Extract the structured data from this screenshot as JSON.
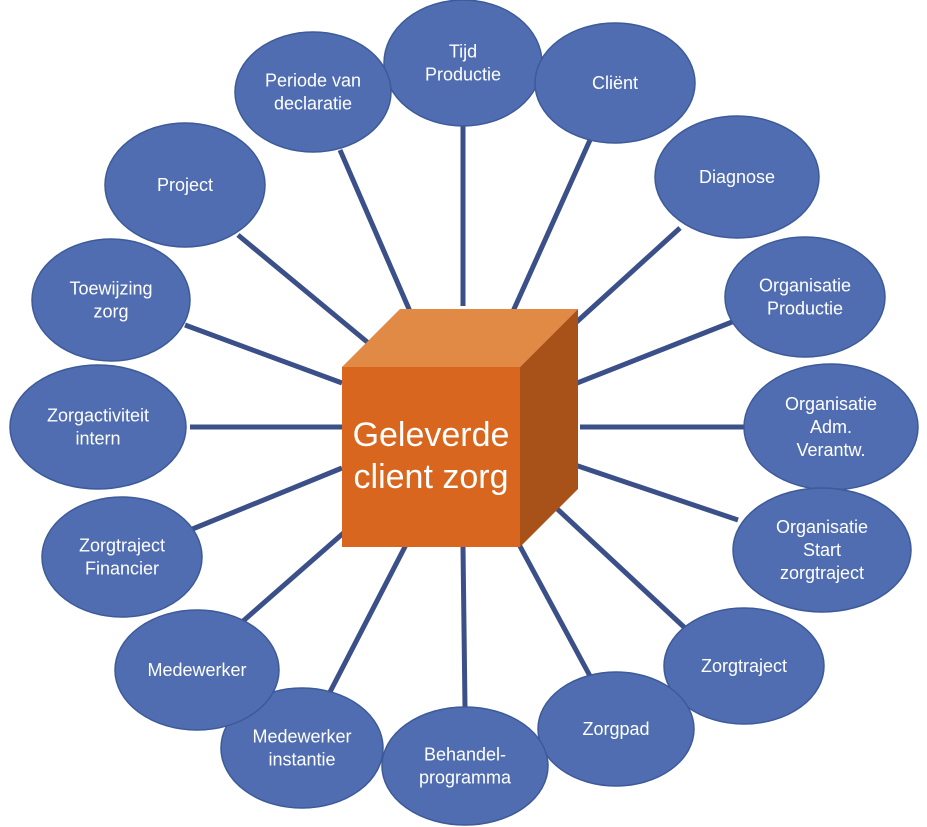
{
  "colors": {
    "ellipse_fill": "#4f6db0",
    "ellipse_stroke": "#3d5a99",
    "connector": "#3b4f88",
    "cube_front": "#d8661f",
    "cube_top": "#e08a45",
    "cube_side": "#a8521a",
    "text": "#ffffff"
  },
  "center": {
    "lines": [
      "Geleverde",
      "client zorg"
    ]
  },
  "nodes": [
    {
      "name": "tijd-productie",
      "lines": [
        "Tijd",
        "Productie"
      ]
    },
    {
      "name": "client",
      "lines": [
        "Cliënt"
      ]
    },
    {
      "name": "diagnose",
      "lines": [
        "Diagnose"
      ]
    },
    {
      "name": "organisatie-productie",
      "lines": [
        "Organisatie",
        "Productie"
      ]
    },
    {
      "name": "organisatie-adm-verantw",
      "lines": [
        "Organisatie",
        "Adm.",
        "Verantw."
      ]
    },
    {
      "name": "organisatie-start-zorgtraject",
      "lines": [
        "Organisatie",
        "Start",
        "zorgtraject"
      ]
    },
    {
      "name": "zorgtraject",
      "lines": [
        "Zorgtraject"
      ]
    },
    {
      "name": "zorgpad",
      "lines": [
        "Zorgpad"
      ]
    },
    {
      "name": "behandelprogramma",
      "lines": [
        "Behandel-",
        "programma"
      ]
    },
    {
      "name": "medewerker-instantie",
      "lines": [
        "Medewerker",
        "instantie"
      ]
    },
    {
      "name": "medewerker",
      "lines": [
        "Medewerker"
      ]
    },
    {
      "name": "zorgtraject-financier",
      "lines": [
        "Zorgtraject",
        "Financier"
      ]
    },
    {
      "name": "zorgactiviteit-intern",
      "lines": [
        "Zorgactiviteit",
        "intern"
      ]
    },
    {
      "name": "toewijzing-zorg",
      "lines": [
        "Toewijzing",
        "zorg"
      ]
    },
    {
      "name": "project",
      "lines": [
        "Project"
      ]
    },
    {
      "name": "periode-van-declaratie",
      "lines": [
        "Periode van",
        "declaratie"
      ]
    }
  ]
}
